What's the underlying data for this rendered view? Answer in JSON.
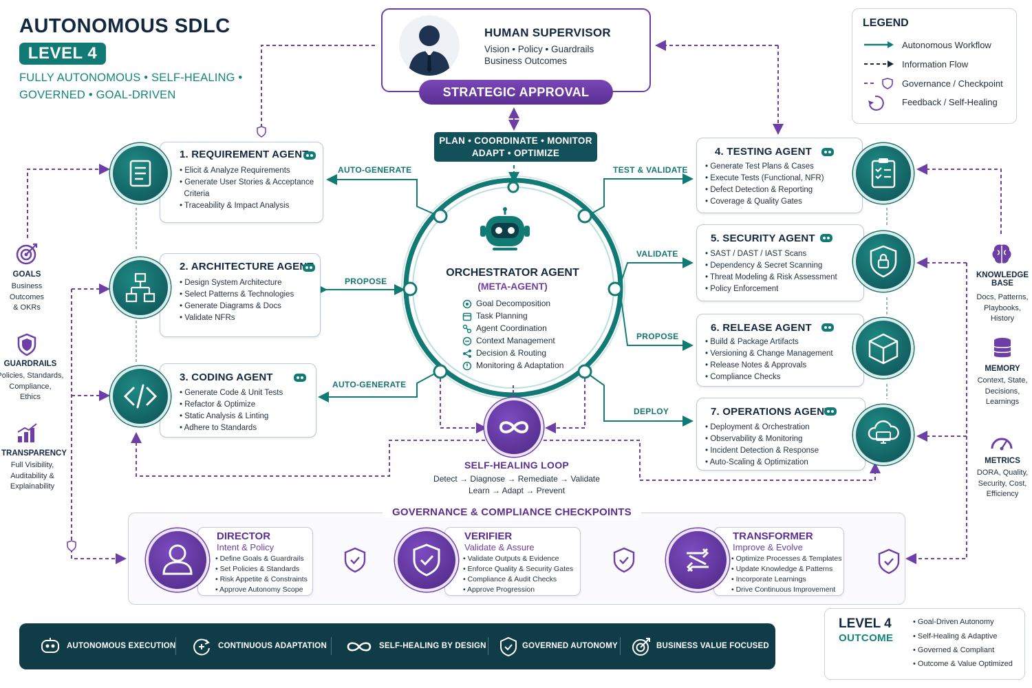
{
  "title": {
    "main": "AUTONOMOUS SDLC",
    "level": "LEVEL 4",
    "tagline_1": "FULLY AUTONOMOUS  •  SELF-HEALING  •",
    "tagline_2": "GOVERNED  •  GOAL-DRIVEN"
  },
  "supervisor": {
    "title": "HUMAN SUPERVISOR",
    "line_1": "Vision • Policy • Guardrails",
    "line_2": "Business Outcomes",
    "approval": "STRATEGIC APPROVAL"
  },
  "plan_box": {
    "line_1": "PLAN • COORDINATE • MONITOR",
    "line_2": "ADAPT • OPTIMIZE"
  },
  "legend": {
    "title": "LEGEND",
    "items": [
      "Autonomous Workflow",
      "Information Flow",
      "Governance / Checkpoint",
      "Feedback / Self-Healing"
    ]
  },
  "agents": {
    "requirement": {
      "title": "1. REQUIREMENT AGENT",
      "bullets": [
        "Elicit & Analyze Requirements",
        "Generate User Stories & Acceptance",
        "Criteria",
        "Traceability & Impact Analysis"
      ]
    },
    "architecture": {
      "title": "2. ARCHITECTURE AGENT",
      "bullets": [
        "Design System Architecture",
        "Select Patterns & Technologies",
        "Generate Diagrams & Docs",
        "Validate NFRs"
      ]
    },
    "coding": {
      "title": "3. CODING AGENT",
      "bullets": [
        "Generate Code & Unit Tests",
        "Refactor & Optimize",
        "Static Analysis & Linting",
        "Adhere to Standards"
      ]
    },
    "testing": {
      "title": "4. TESTING AGENT",
      "bullets": [
        "Generate Test Plans & Cases",
        "Execute Tests (Functional, NFR)",
        "Defect Detection & Reporting",
        "Coverage & Quality Gates"
      ]
    },
    "security": {
      "title": "5. SECURITY AGENT",
      "bullets": [
        "SAST / DAST / IAST Scans",
        "Dependency & Secret Scanning",
        "Threat Modeling & Risk Assessment",
        "Policy Enforcement"
      ]
    },
    "release": {
      "title": "6. RELEASE AGENT",
      "bullets": [
        "Build & Package Artifacts",
        "Versioning & Change Management",
        "Release Notes & Approvals",
        "Compliance Checks"
      ]
    },
    "operations": {
      "title": "7. OPERATIONS AGENT",
      "bullets": [
        "Deployment & Orchestration",
        "Observability & Monitoring",
        "Incident Detection & Response",
        "Auto-Scaling & Optimization"
      ]
    }
  },
  "flow_labels": {
    "auto_generate_1": "AUTO-GENERATE",
    "propose_1": "PROPOSE",
    "auto_generate_2": "AUTO-GENERATE",
    "test_validate": "TEST & VALIDATE",
    "validate": "VALIDATE",
    "propose_2": "PROPOSE",
    "deploy": "DEPLOY"
  },
  "orchestrator": {
    "title": "ORCHESTRATOR AGENT",
    "subtitle": "(META-AGENT)",
    "items": [
      "Goal Decomposition",
      "Task Planning",
      "Agent Coordination",
      "Context Management",
      "Decision & Routing",
      "Monitoring & Adaptation"
    ]
  },
  "self_healing": {
    "title": "SELF-HEALING LOOP",
    "line_1": "Detect → Diagnose → Remediate → Validate",
    "line_2": "Learn → Adapt → Prevent"
  },
  "left_side": {
    "goals": {
      "title": "GOALS",
      "desc": [
        "Business",
        "Outcomes",
        "& OKRs"
      ]
    },
    "guardrails": {
      "title": "GUARDRAILS",
      "desc": [
        "Policies, Standards,",
        "Compliance,",
        "Ethics"
      ]
    },
    "transparency": {
      "title": "TRANSPARENCY",
      "desc": [
        "Full Visibility,",
        "Auditability &",
        "Explainability"
      ]
    }
  },
  "right_side": {
    "knowledge": {
      "title_1": "KNOWLEDGE",
      "title_2": "BASE",
      "desc": [
        "Docs, Patterns,",
        "Playbooks,",
        "History"
      ]
    },
    "memory": {
      "title": "MEMORY",
      "desc": [
        "Context, State,",
        "Decisions,",
        "Learnings"
      ]
    },
    "metrics": {
      "title": "METRICS",
      "desc": [
        "DORA, Quality,",
        "Security, Cost,",
        "Efficiency"
      ]
    }
  },
  "governance": {
    "title": "GOVERNANCE & COMPLIANCE CHECKPOINTS",
    "director": {
      "name": "DIRECTOR",
      "role": "Intent & Policy",
      "bullets": [
        "Define Goals & Guardrails",
        "Set Policies & Standards",
        "Risk Appetite & Constraints",
        "Approve Autonomy Scope"
      ]
    },
    "verifier": {
      "name": "VERIFIER",
      "role": "Validate & Assure",
      "bullets": [
        "Validate Outputs & Evidence",
        "Enforce Quality & Security Gates",
        "Compliance & Audit Checks",
        "Approve Progression"
      ]
    },
    "transformer": {
      "name": "TRANSFORMER",
      "role": "Improve & Evolve",
      "bullets": [
        "Optimize Processes & Templates",
        "Update Knowledge & Patterns",
        "Incorporate Learnings",
        "Drive Continuous Improvement"
      ]
    }
  },
  "footer": {
    "items": [
      "AUTONOMOUS EXECUTION",
      "CONTINUOUS ADAPTATION",
      "SELF-HEALING BY DESIGN",
      "GOVERNED AUTONOMY",
      "BUSINESS VALUE FOCUSED"
    ]
  },
  "outcome": {
    "title_1": "LEVEL 4",
    "title_2": "OUTCOME",
    "items": [
      "Goal-Driven Autonomy",
      "Self-Healing & Adaptive",
      "Governed & Compliant",
      "Outcome & Value Optimized"
    ]
  },
  "colors": {
    "teal": "#127a74",
    "navy": "#13283f",
    "purple": "#6d3fa6",
    "dark_teal": "#103c48"
  }
}
